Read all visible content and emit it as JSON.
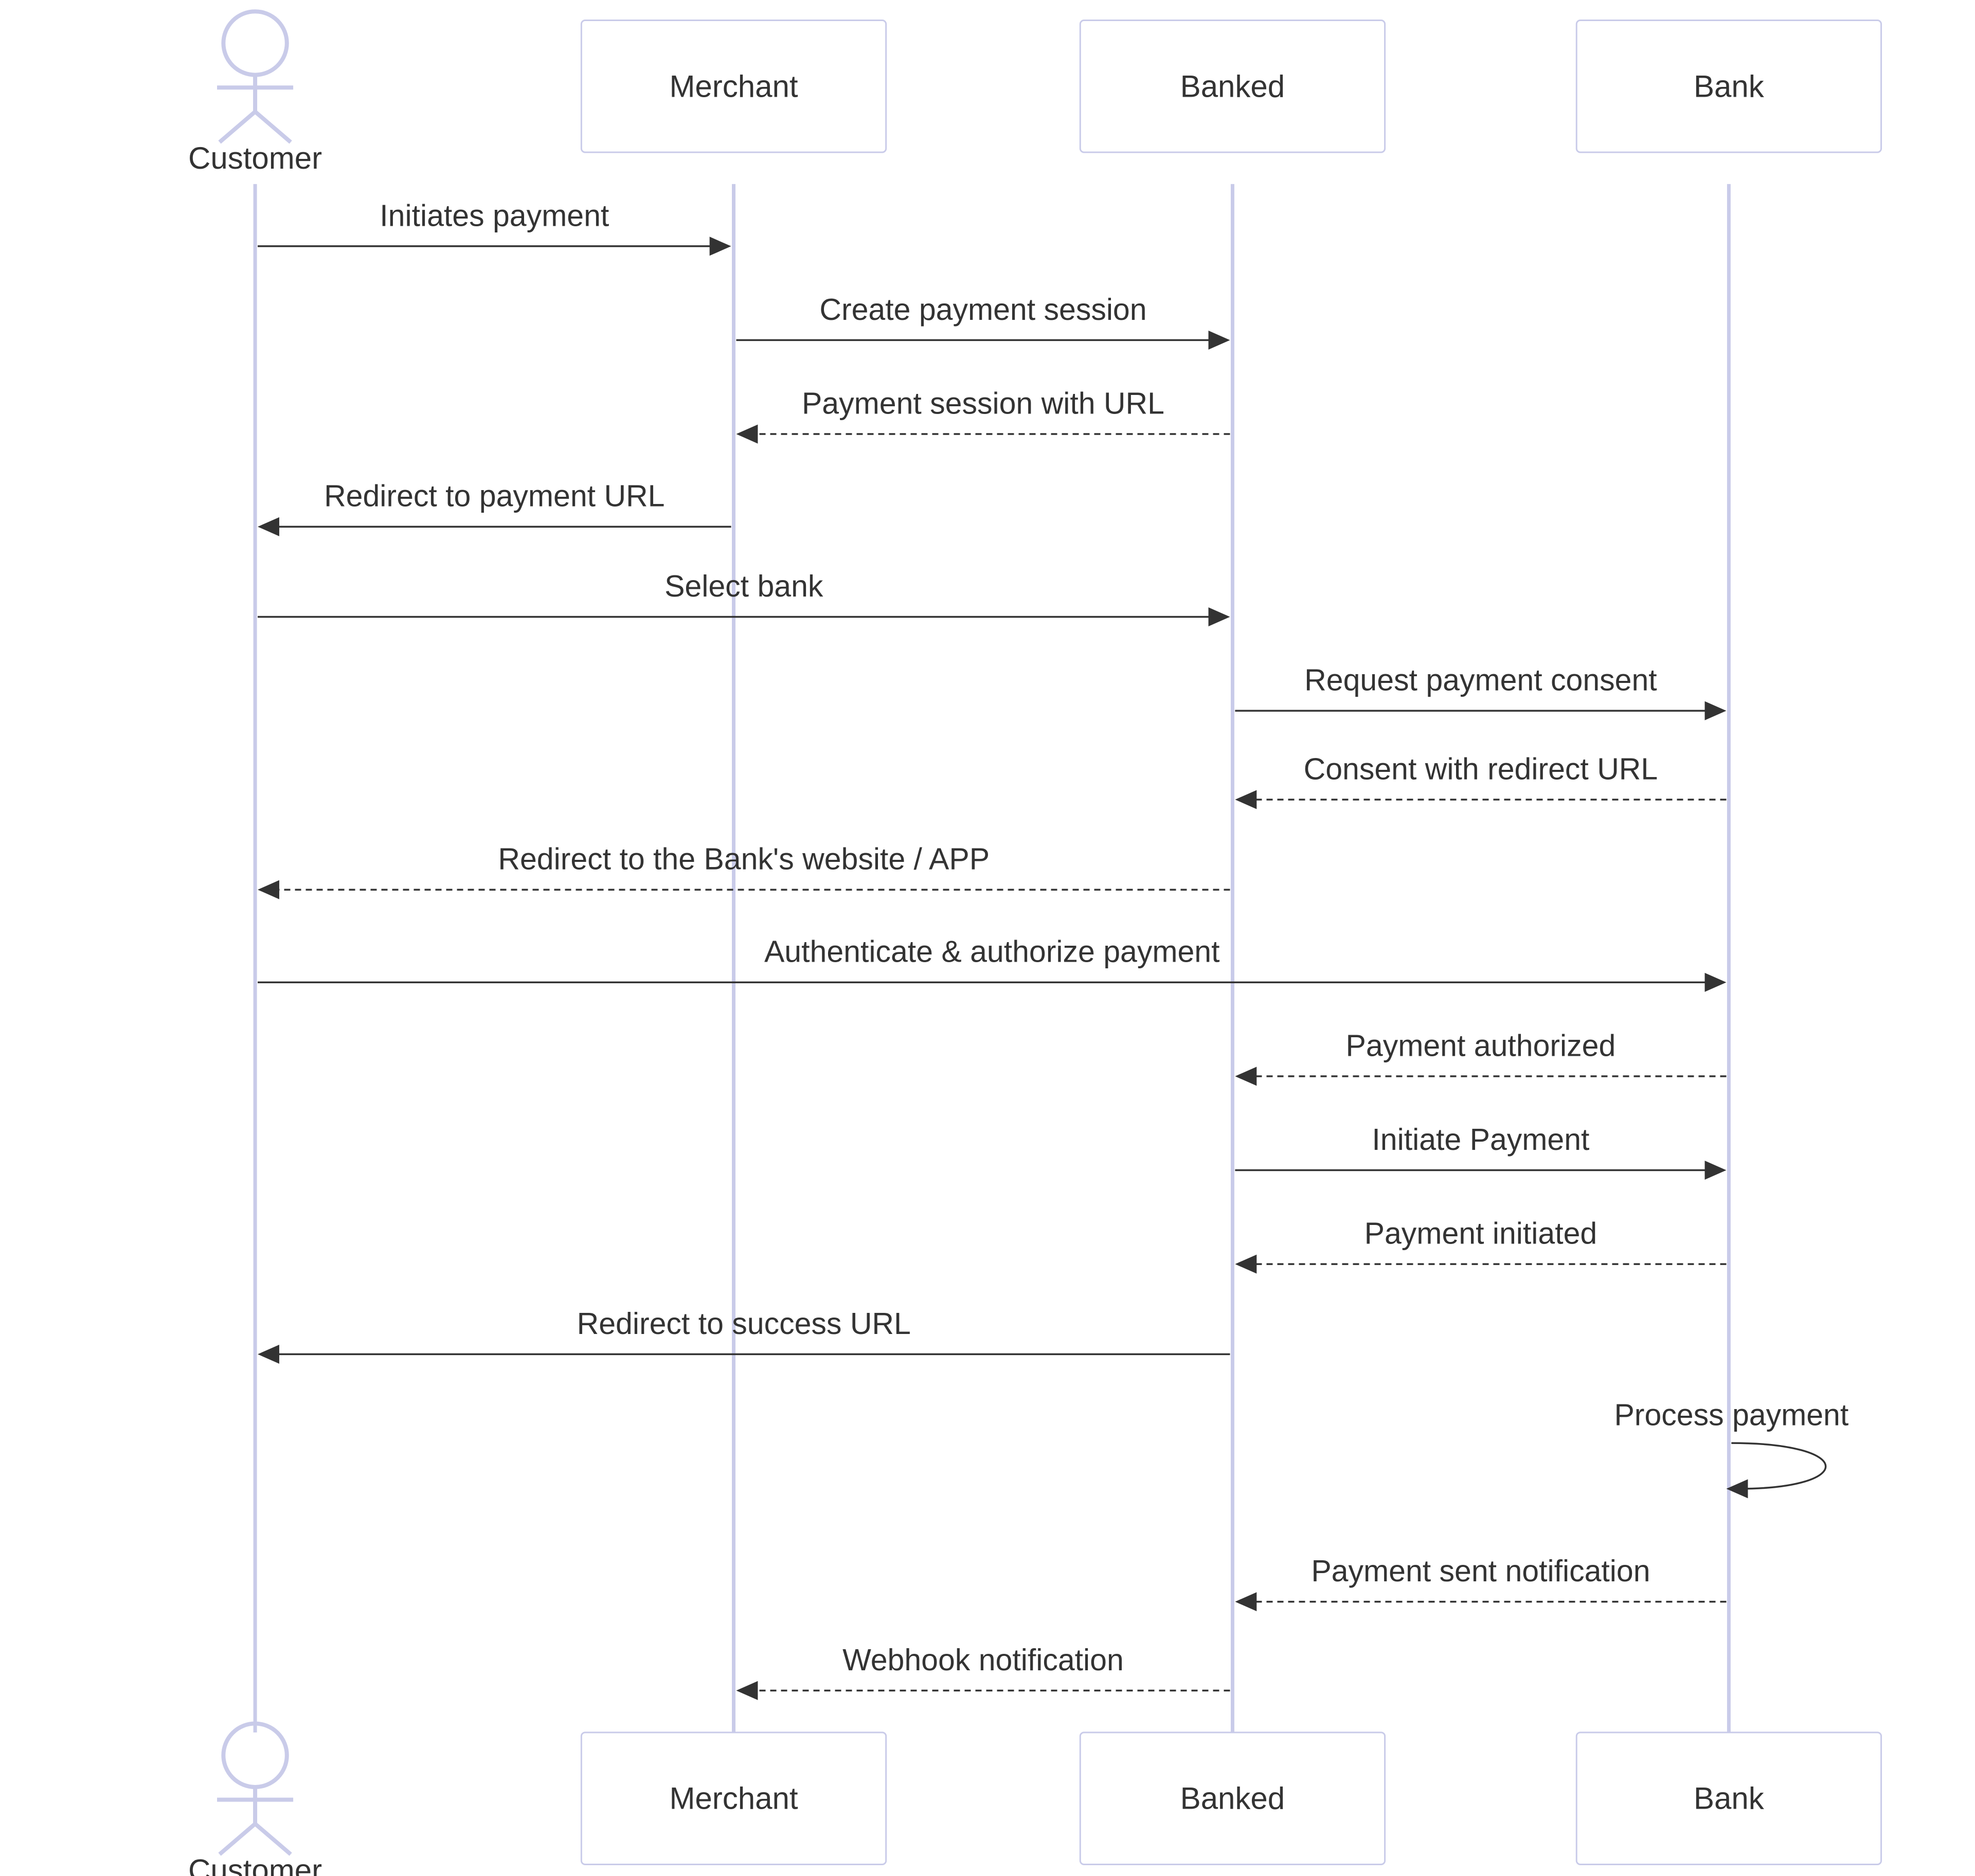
{
  "participants": [
    {
      "id": "customer",
      "label": "Customer",
      "kind": "actor"
    },
    {
      "id": "merchant",
      "label": "Merchant",
      "kind": "box"
    },
    {
      "id": "banked",
      "label": "Banked",
      "kind": "box"
    },
    {
      "id": "bank",
      "label": "Bank",
      "kind": "box"
    }
  ],
  "messages": [
    {
      "from": "customer",
      "to": "merchant",
      "label": "Initiates payment",
      "style": "solid"
    },
    {
      "from": "merchant",
      "to": "banked",
      "label": "Create payment session",
      "style": "solid"
    },
    {
      "from": "banked",
      "to": "merchant",
      "label": "Payment session with URL",
      "style": "dashed"
    },
    {
      "from": "merchant",
      "to": "customer",
      "label": "Redirect to payment URL",
      "style": "solid"
    },
    {
      "from": "customer",
      "to": "banked",
      "label": "Select bank",
      "style": "solid"
    },
    {
      "from": "banked",
      "to": "bank",
      "label": "Request payment consent",
      "style": "solid"
    },
    {
      "from": "bank",
      "to": "banked",
      "label": "Consent with redirect URL",
      "style": "dashed"
    },
    {
      "from": "banked",
      "to": "customer",
      "label": "Redirect to the Bank's website / APP",
      "style": "dashed"
    },
    {
      "from": "customer",
      "to": "bank",
      "label": "Authenticate & authorize payment",
      "style": "solid"
    },
    {
      "from": "bank",
      "to": "banked",
      "label": "Payment authorized",
      "style": "dashed"
    },
    {
      "from": "banked",
      "to": "bank",
      "label": "Initiate Payment",
      "style": "solid"
    },
    {
      "from": "bank",
      "to": "banked",
      "label": "Payment initiated",
      "style": "dashed"
    },
    {
      "from": "banked",
      "to": "customer",
      "label": "Redirect to success URL",
      "style": "solid"
    },
    {
      "from": "bank",
      "to": "bank",
      "label": "Process payment",
      "style": "solid"
    },
    {
      "from": "bank",
      "to": "banked",
      "label": "Payment sent notification",
      "style": "dashed"
    },
    {
      "from": "banked",
      "to": "merchant",
      "label": "Webhook notification",
      "style": "dashed"
    }
  ],
  "colors": {
    "lifeline": "#c9cbe9",
    "box_border": "#c9cbe9",
    "message": "#333333",
    "text": "#333333",
    "background": "#ffffff"
  }
}
